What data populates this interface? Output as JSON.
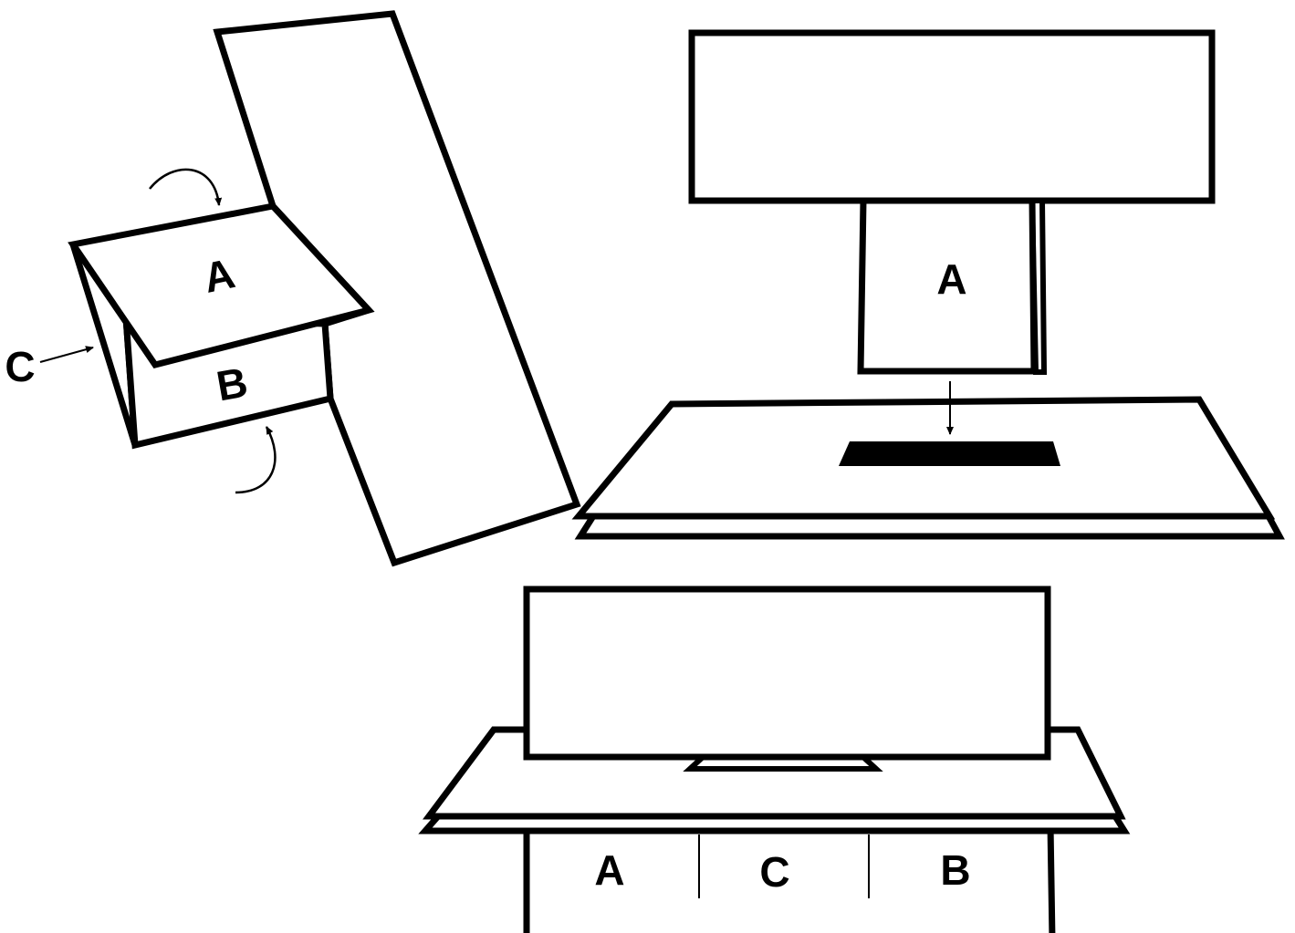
{
  "figure_left": {
    "label_a": "A",
    "label_b": "B",
    "label_c": "C"
  },
  "figure_right": {
    "label_a": "A"
  },
  "figure_bottom": {
    "label_a": "A",
    "label_c": "C",
    "label_b": "B"
  },
  "colors": {
    "stroke": "#000000",
    "background": "#ffffff"
  }
}
